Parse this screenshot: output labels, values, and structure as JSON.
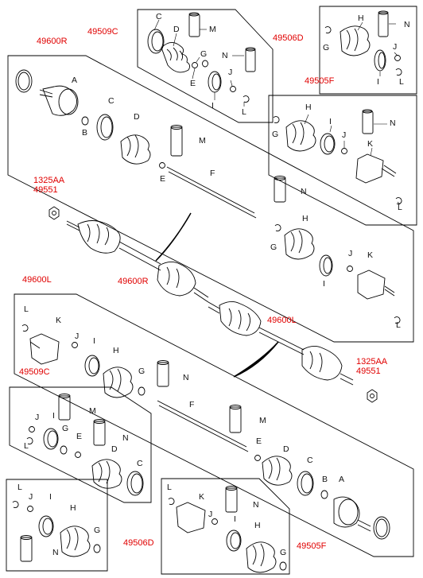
{
  "refs": {
    "shaft_r": "49600R",
    "kit_c_top": "49509C",
    "kit_d_top": "49506D",
    "kit_f_top": "49505F",
    "nut_top_a": "1325AA",
    "nut_top_b": "49551",
    "shaft_r_mid": "49600R",
    "shaft_l": "49600L",
    "shaft_l_mid": "49600L",
    "nut_bot_a": "1325AA",
    "nut_bot_b": "49551",
    "kit_c_bot": "49509C",
    "kit_d_bot": "49506D",
    "kit_f_bot": "49505F"
  },
  "letters": {
    "a": "A",
    "b": "B",
    "c": "C",
    "d": "D",
    "e": "E",
    "f": "F",
    "g": "G",
    "h": "H",
    "i": "I",
    "j": "J",
    "k": "K",
    "l": "L",
    "m": "M",
    "n": "N"
  }
}
